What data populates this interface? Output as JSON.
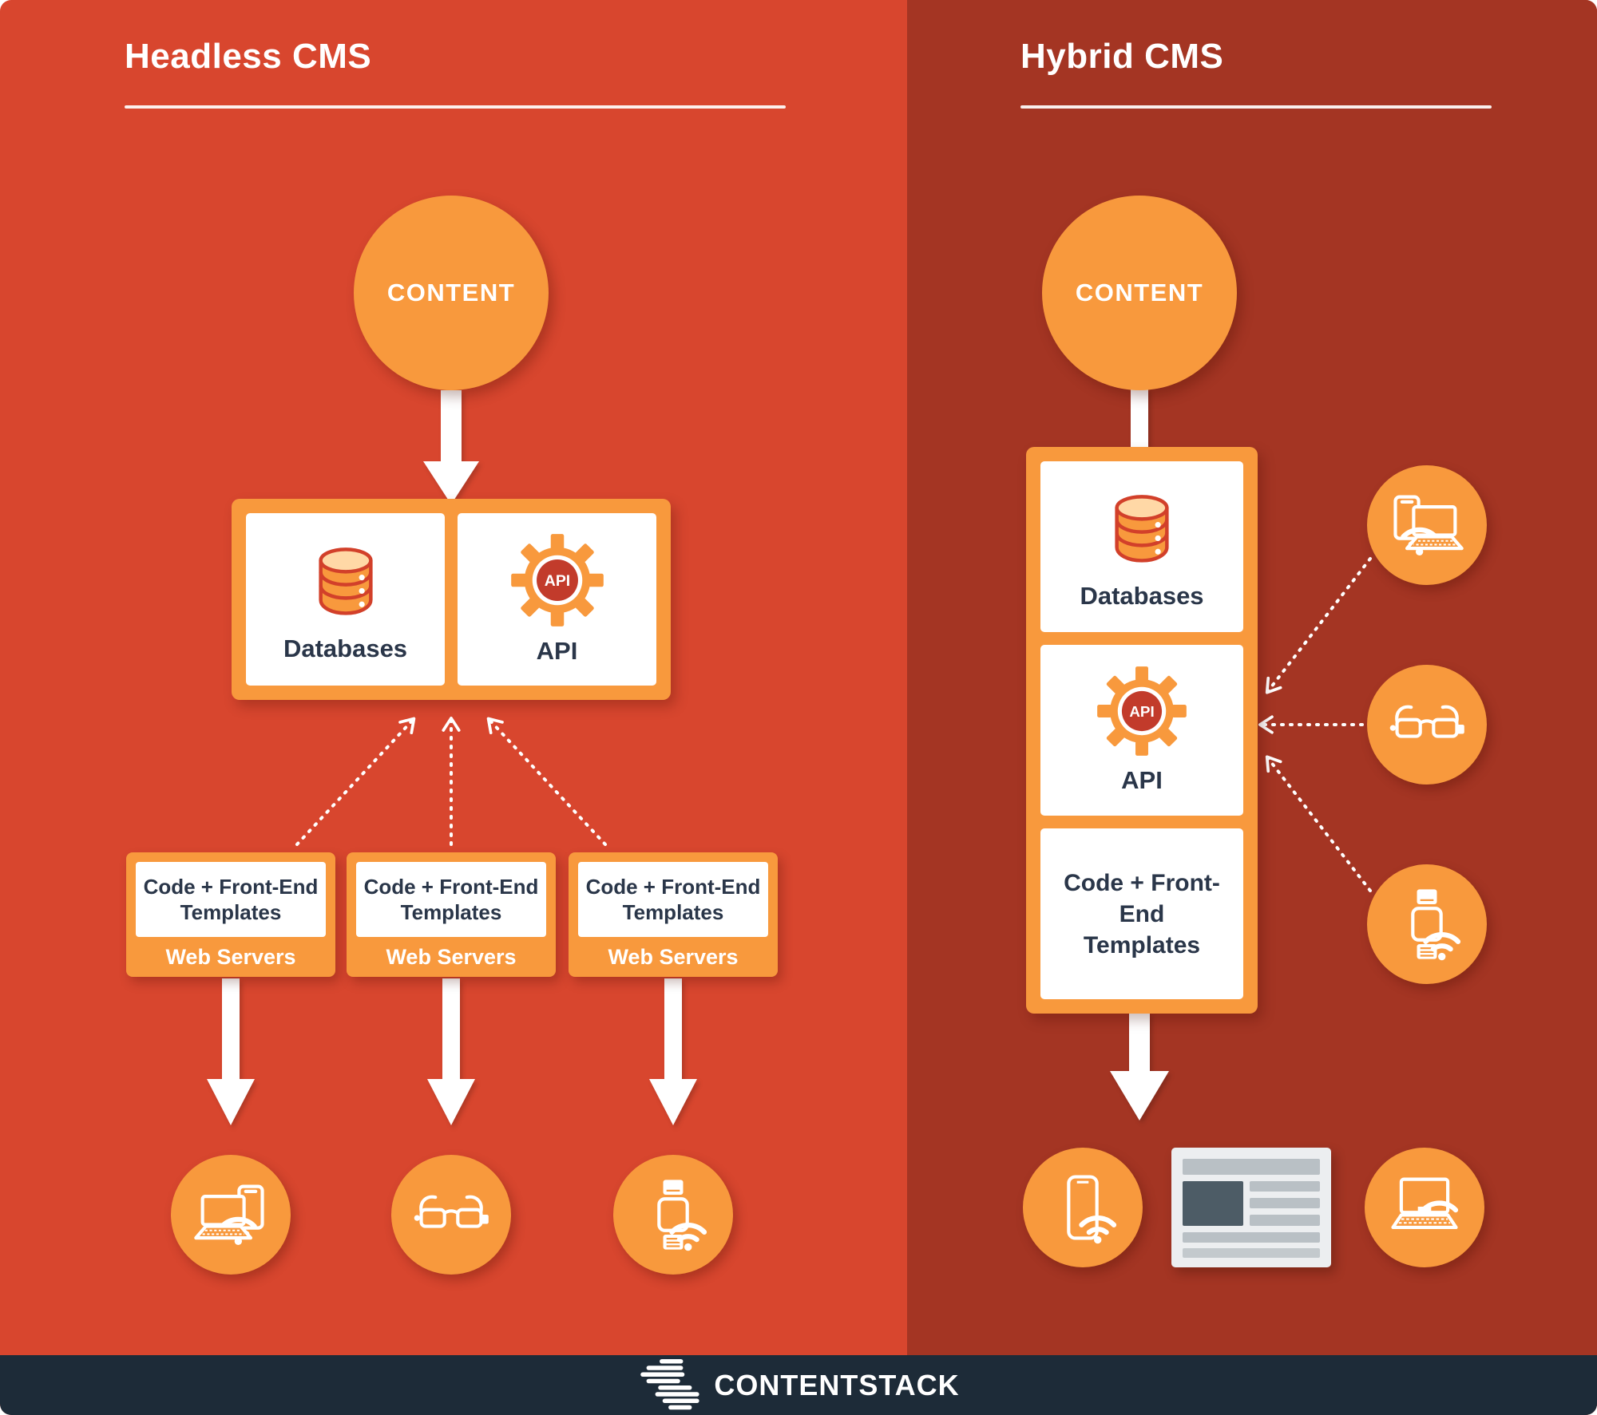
{
  "left_panel": {
    "title": "Headless CMS",
    "content_label": "CONTENT",
    "backend_box": {
      "databases_label": "Databases",
      "api_badge": "API",
      "api_label": "API"
    },
    "server_boxes": [
      {
        "templates_label": "Code + Front-End Templates",
        "servers_label": "Web Servers"
      },
      {
        "templates_label": "Code + Front-End Templates",
        "servers_label": "Web Servers"
      },
      {
        "templates_label": "Code + Front-End Templates",
        "servers_label": "Web Servers"
      }
    ],
    "devices": [
      {
        "icon": "laptop-and-phone-icon"
      },
      {
        "icon": "smart-glasses-icon"
      },
      {
        "icon": "smart-watch-icon"
      }
    ]
  },
  "right_panel": {
    "title": "Hybrid CMS",
    "content_label": "CONTENT",
    "stack": {
      "databases_label": "Databases",
      "api_badge": "API",
      "api_label": "API",
      "templates_label": "Code + Front-End Templates"
    },
    "devices": [
      {
        "icon": "laptop-and-phone-icon"
      },
      {
        "icon": "smart-glasses-icon"
      },
      {
        "icon": "smart-watch-icon"
      }
    ],
    "output_devices": [
      {
        "icon": "smartphone-icon"
      },
      {
        "icon": "webpage-mockup"
      },
      {
        "icon": "laptop-icon"
      }
    ]
  },
  "footer": {
    "brand": "CONTENTSTACK"
  },
  "colors": {
    "left_background": "#D8462E",
    "right_background": "#A43523",
    "accent_orange": "#F8993D",
    "card_white": "#FFFFFF",
    "text_dark": "#2A3649",
    "api_red": "#C23B2B",
    "footer_background": "#1D2B38"
  }
}
